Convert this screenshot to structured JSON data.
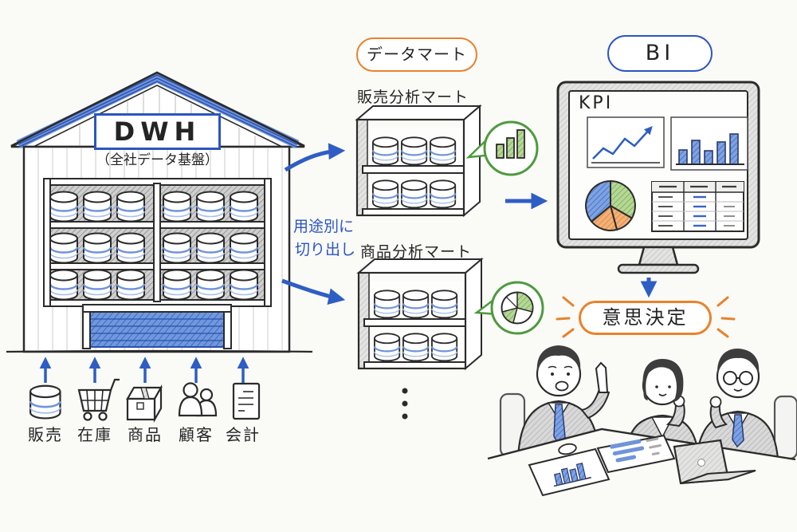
{
  "dwh": {
    "title": "DWH",
    "subtitle": "（全社データ基盤）",
    "sources": [
      {
        "label": "販売",
        "icon": "database-icon"
      },
      {
        "label": "在庫",
        "icon": "cart-icon"
      },
      {
        "label": "商品",
        "icon": "box-icon"
      },
      {
        "label": "顧客",
        "icon": "people-icon"
      },
      {
        "label": "会計",
        "icon": "document-icon"
      }
    ]
  },
  "flow": {
    "note_line1": "用途別に",
    "note_line2": "切り出し"
  },
  "datamart": {
    "section_label": "データマート",
    "marts": [
      {
        "label": "販売分析マート",
        "badge_icon": "bar-chart-icon"
      },
      {
        "label": "商品分析マート",
        "badge_icon": "pie-chart-icon"
      }
    ],
    "more_indicator": "vertical-ellipsis-dots"
  },
  "bi": {
    "section_label": "BI",
    "screen_title": "KPI",
    "widgets": [
      "line-chart",
      "bar-chart",
      "pie-chart",
      "data-table"
    ]
  },
  "decision": {
    "label": "意思決定"
  },
  "colors": {
    "blue": "#2e5ec4",
    "orange": "#e8822b",
    "green": "#4e9a3e",
    "ink": "#2b2b2b"
  }
}
